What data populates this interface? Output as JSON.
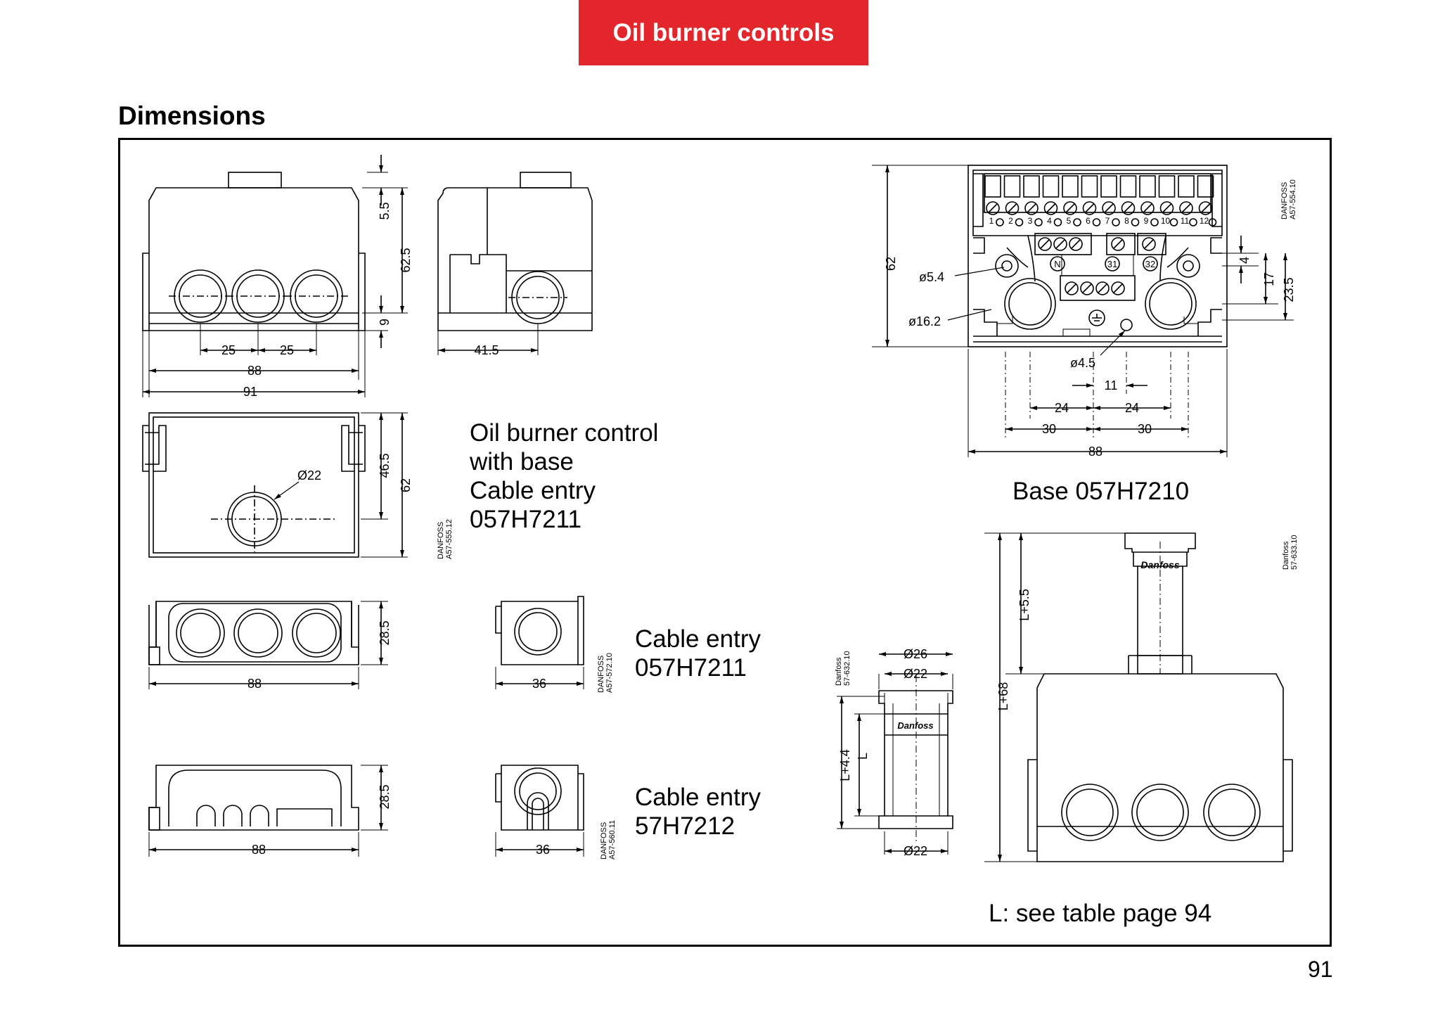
{
  "header": {
    "tab_label": "Oil burner controls",
    "accent_color": "#e3262b"
  },
  "section_title": "Dimensions",
  "captions": {
    "control_with_base": [
      "Oil burner control",
      "with base",
      "Cable entry",
      "057H7211"
    ],
    "cable_entry_1": [
      "Cable entry",
      "057H7211"
    ],
    "cable_entry_2": [
      "Cable entry",
      "57H7212"
    ],
    "base": "Base 057H7210",
    "l_note": "L: see table page 94"
  },
  "dims": {
    "d5_5": "5.5",
    "d62_5": "62.5",
    "d9": "9",
    "d25a": "25",
    "d25b": "25",
    "d88_top": "88",
    "d91": "91",
    "d41_5": "41.5",
    "d46_5": "46.5",
    "d62_front": "62",
    "dia22_front": "Ø22",
    "d28_5a": "28.5",
    "d88_mid": "88",
    "d36a": "36",
    "d28_5b": "28.5",
    "d88_bot": "88",
    "d36b": "36",
    "d62_base": "62",
    "dia5_4": "ø5.4",
    "dia16_2": "ø16.2",
    "dia4_5": "ø4.5",
    "d11": "11",
    "d24a": "24",
    "d24b": "24",
    "d30a": "30",
    "d30b": "30",
    "d88_base": "88",
    "d4": "4",
    "d17": "17",
    "d23_5": "23.5",
    "dia26": "Ø26",
    "dia22_top": "Ø22",
    "dia22_bot": "Ø22",
    "L_4_4": "L+4.4",
    "L": "L",
    "L_5_5": "L+5.5",
    "L_68": "L+68"
  },
  "terminal_labels": [
    "1",
    "2",
    "3",
    "4",
    "5",
    "6",
    "7",
    "8",
    "9",
    "10",
    "11",
    "12"
  ],
  "terminal_marks": [
    "N",
    "31",
    "32"
  ],
  "drawing_codes": {
    "base": [
      "DANFOSS",
      "A57-554.10"
    ],
    "front": [
      "DANFOSS",
      "A57-555.12"
    ],
    "cable1": [
      "DANFOSS",
      "A57-572.10"
    ],
    "cable2": [
      "DANFOSS",
      "A57-560.11"
    ],
    "sleeve": [
      "Danfoss",
      "57-632.10"
    ],
    "assembly": [
      "Danfoss",
      "57-633.10"
    ]
  },
  "page_number": "91"
}
